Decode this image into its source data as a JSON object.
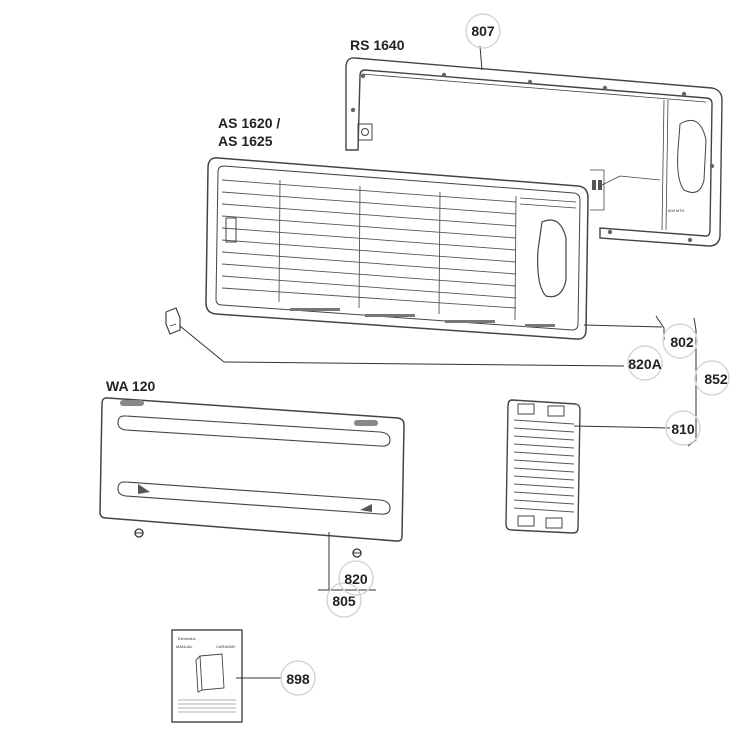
{
  "labels": {
    "rs": "RS 1640",
    "as1": "AS 1620 /",
    "as2": "AS 1625",
    "wa": "WA 120"
  },
  "parts": {
    "p807": "807",
    "p802": "802",
    "p820a": "820A",
    "p852": "852",
    "p810": "810",
    "p820": "820",
    "p805": "805",
    "p898": "898"
  },
  "manual": {
    "brand": "Electrolux",
    "line1": "MANUAL",
    "line2": "CARAVAN"
  }
}
